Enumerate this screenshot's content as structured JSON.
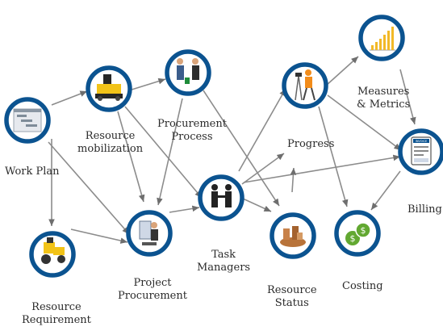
{
  "nodes": {
    "work_plan": {
      "label": "Work Plan",
      "icon": "gantt-chart-icon"
    },
    "resource_mobilization": {
      "label_line1": "Resource",
      "label_line2": "mobilization",
      "icon": "paving-machine-icon"
    },
    "procurement_process": {
      "label_line1": "Procurement",
      "label_line2": "Process",
      "icon": "business-people-icon"
    },
    "task_managers": {
      "label_line1": "Task",
      "label_line2": "Managers",
      "icon": "handshake-icon"
    },
    "project_procurement": {
      "label_line1": "Project",
      "label_line2": "Procurement",
      "icon": "worker-checklist-icon"
    },
    "resource_requirement": {
      "label_line1": "Resource",
      "label_line2": "Requirement",
      "icon": "road-roller-icon"
    },
    "resource_status": {
      "label_line1": "Resource",
      "label_line2": "Status",
      "icon": "materials-pile-icon"
    },
    "progress": {
      "label": "Progress",
      "icon": "surveyor-icon"
    },
    "measures_metrics": {
      "label_line1": "Measures",
      "label_line2": "& Metrics",
      "icon": "bar-chart-icon"
    },
    "costing": {
      "label": "Costing",
      "icon": "dollar-coins-icon"
    },
    "billing": {
      "label": "Billing",
      "icon": "invoice-icon",
      "invoice_text": "INVOICE"
    }
  },
  "colors": {
    "ring": "#0b5390",
    "connector": "#8c8c8c",
    "label": "#2b2b2b",
    "chart_bar": "#f2b928",
    "coin": "#62a831"
  }
}
